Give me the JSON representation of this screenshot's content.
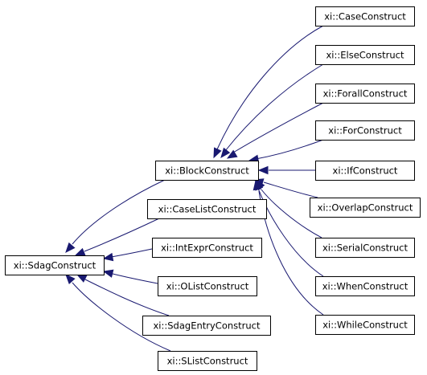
{
  "diagram": {
    "nodes": {
      "sdag": "xi::SdagConstruct",
      "block": "xi::BlockConstruct",
      "case": "xi::CaseConstruct",
      "else": "xi::ElseConstruct",
      "forall": "xi::ForallConstruct",
      "for": "xi::ForConstruct",
      "if": "xi::IfConstruct",
      "overlap": "xi::OverlapConstruct",
      "serial": "xi::SerialConstruct",
      "when": "xi::WhenConstruct",
      "while": "xi::WhileConstruct",
      "caselist": "xi::CaseListConstruct",
      "intexpr": "xi::IntExprConstruct",
      "olist": "xi::OListConstruct",
      "sdagentry": "xi::SdagEntryConstruct",
      "slist": "xi::SListConstruct"
    },
    "edges": [
      [
        "case",
        "block"
      ],
      [
        "else",
        "block"
      ],
      [
        "forall",
        "block"
      ],
      [
        "for",
        "block"
      ],
      [
        "if",
        "block"
      ],
      [
        "overlap",
        "block"
      ],
      [
        "serial",
        "block"
      ],
      [
        "when",
        "block"
      ],
      [
        "while",
        "block"
      ],
      [
        "block",
        "sdag"
      ],
      [
        "caselist",
        "sdag"
      ],
      [
        "intexpr",
        "sdag"
      ],
      [
        "olist",
        "sdag"
      ],
      [
        "sdagentry",
        "sdag"
      ],
      [
        "slist",
        "sdag"
      ]
    ],
    "colors": {
      "edge": "#191970",
      "box_border": "#000000",
      "box_fill": "#ffffff"
    }
  }
}
